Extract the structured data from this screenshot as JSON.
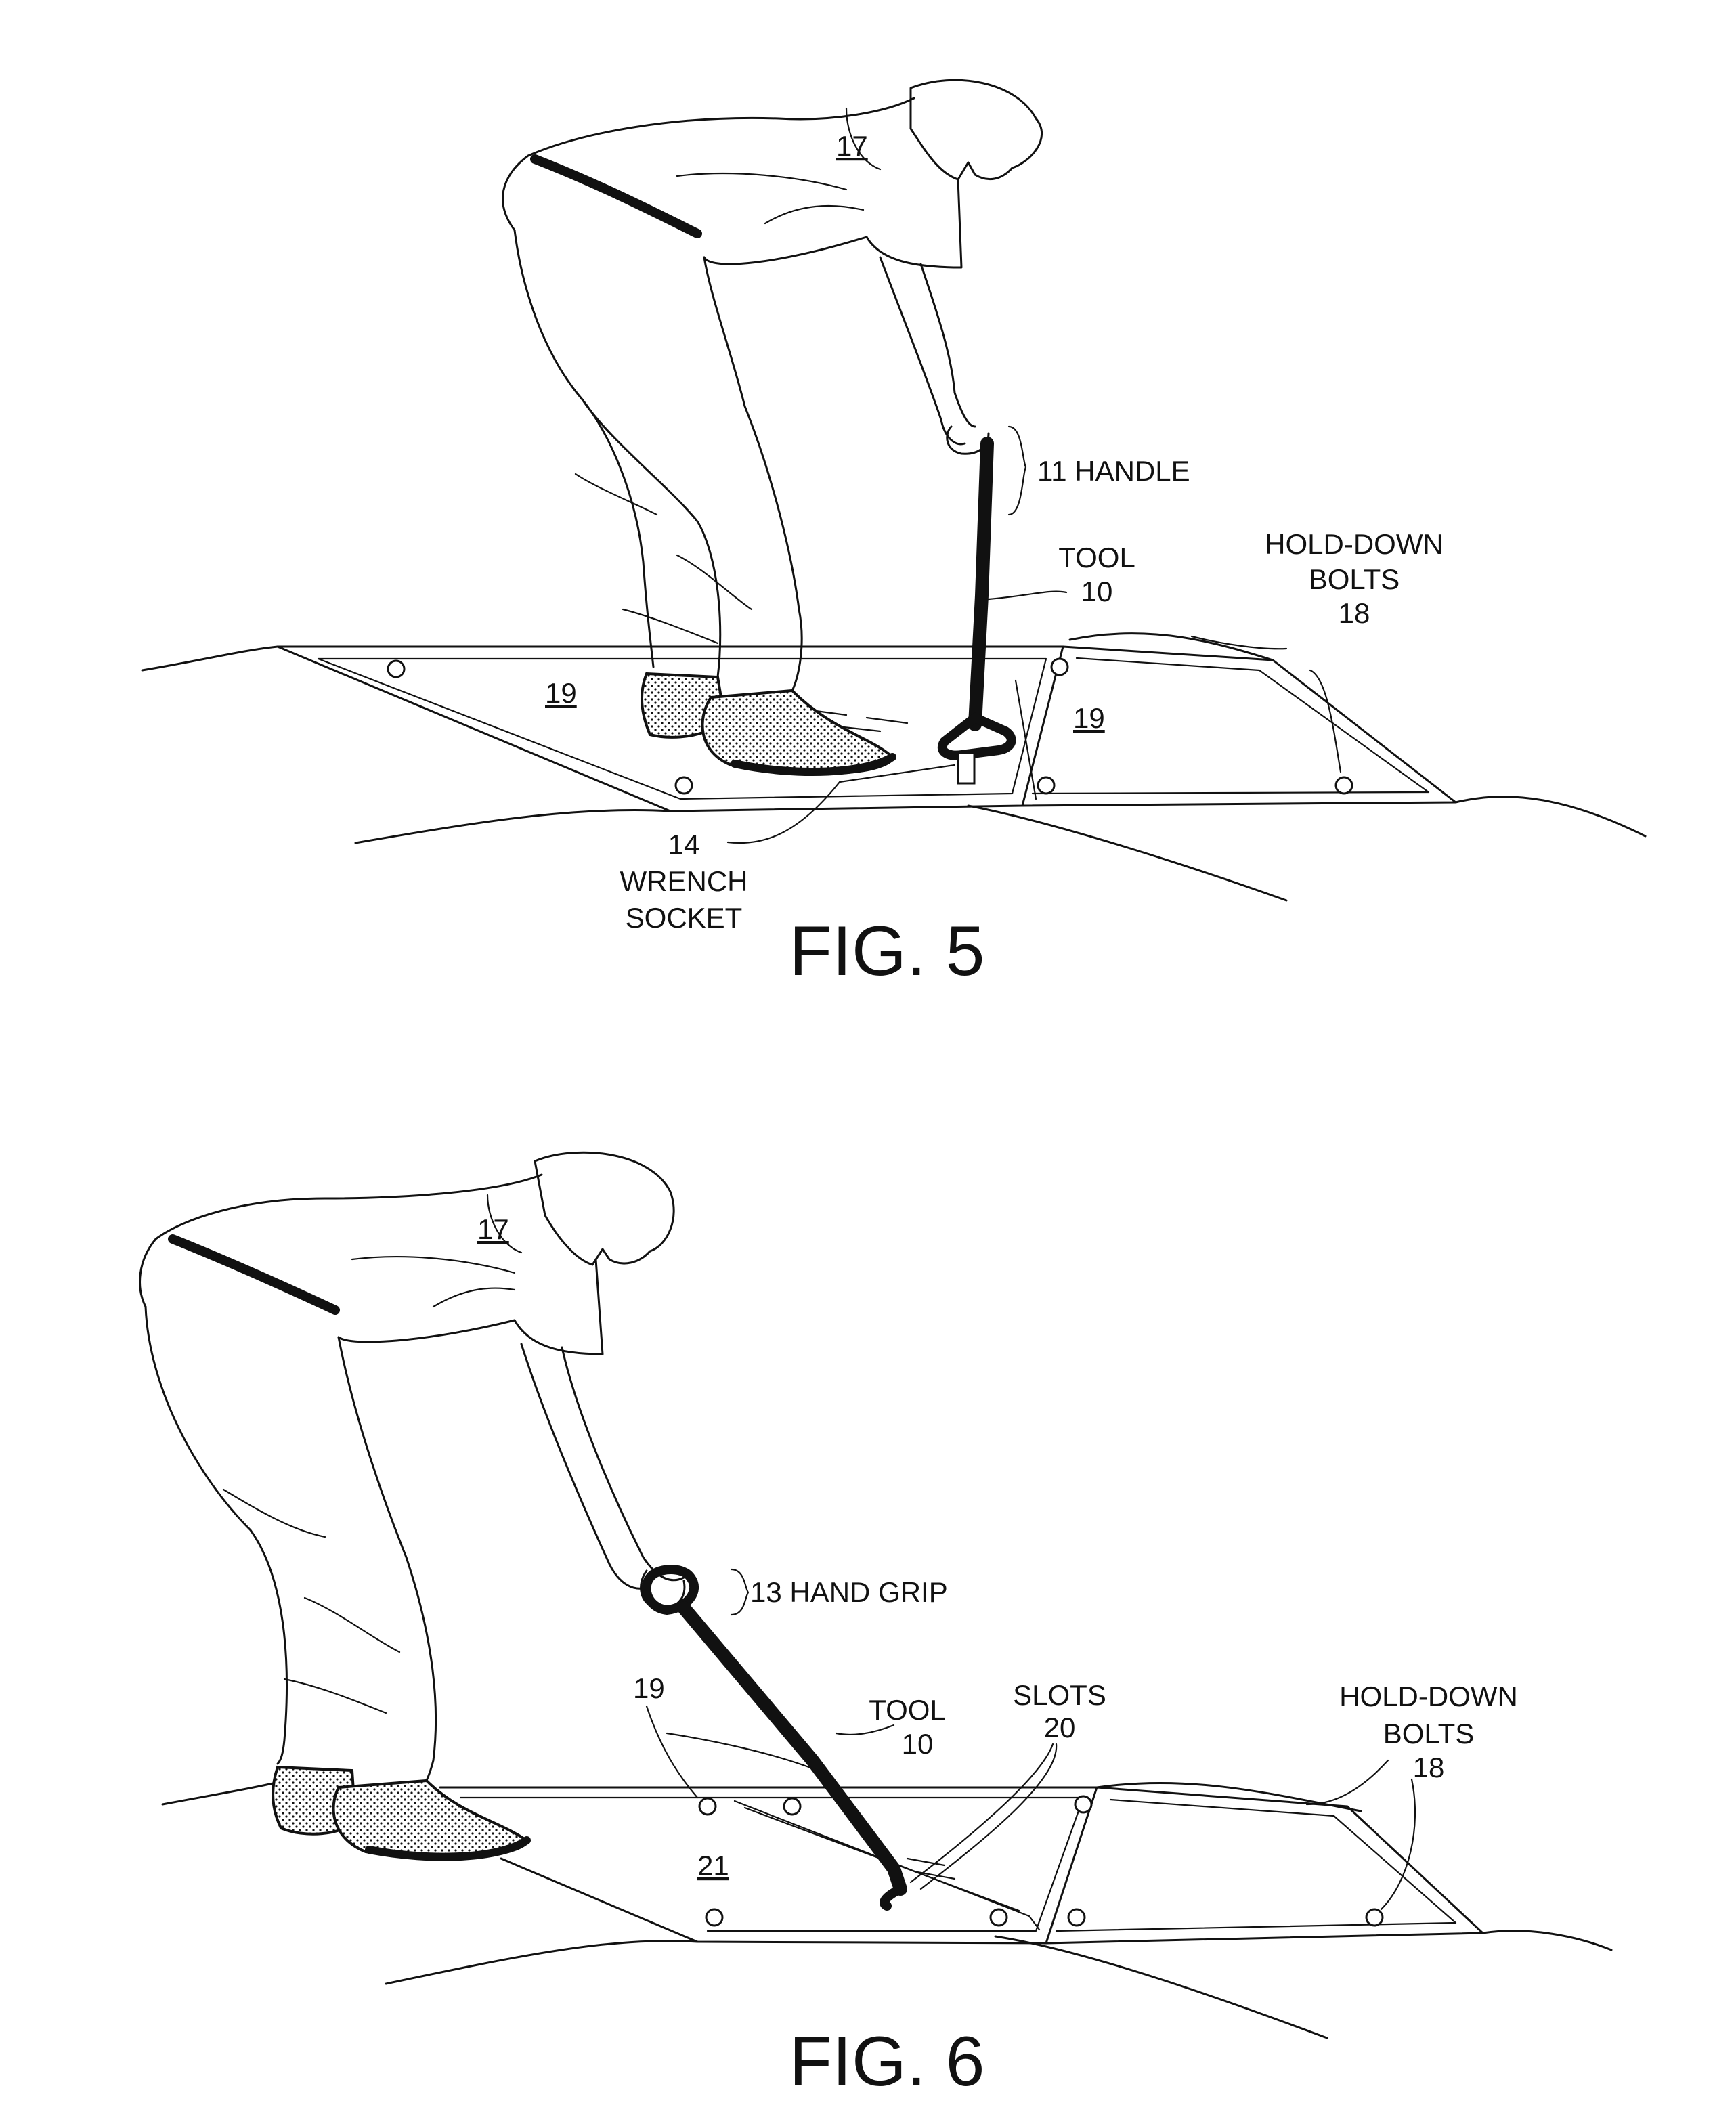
{
  "figures": [
    {
      "id": "fig5",
      "caption": "FIG. 5",
      "labels": {
        "person": "17",
        "plate_left": "19",
        "plate_right": "19",
        "handle": "11 HANDLE",
        "tool_line1": "TOOL",
        "tool_line2": "10",
        "bolts_line1": "HOLD-DOWN",
        "bolts_line2": "BOLTS",
        "bolts_line3": "18",
        "socket_line1": "14",
        "socket_line2": "WRENCH",
        "socket_line3": "SOCKET"
      }
    },
    {
      "id": "fig6",
      "caption": "FIG. 6",
      "labels": {
        "person": "17",
        "plate_number": "19",
        "plate_center": "21",
        "hand_grip": "13 HAND GRIP",
        "tool_line1": "TOOL",
        "tool_line2": "10",
        "slots_line1": "SLOTS",
        "slots_line2": "20",
        "bolts_line1": "HOLD-DOWN",
        "bolts_line2": "BOLTS",
        "bolts_line3": "18"
      }
    }
  ]
}
